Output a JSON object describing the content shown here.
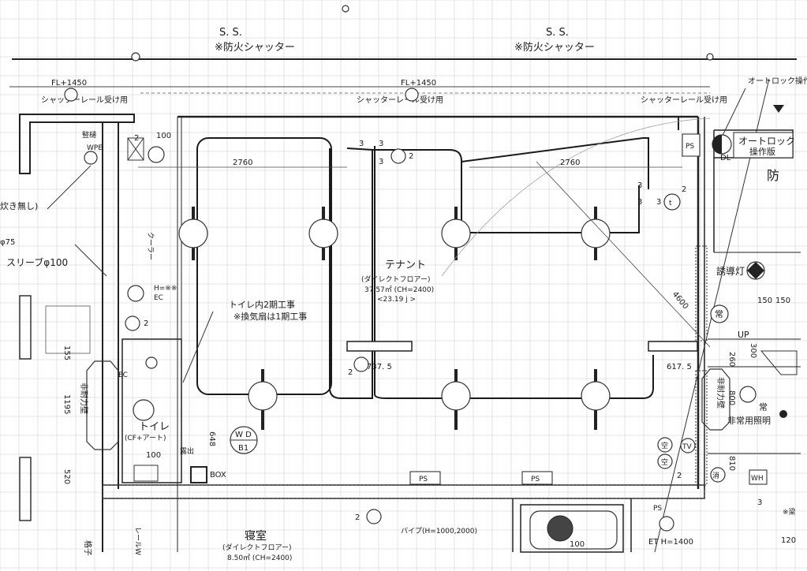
{
  "top": {
    "ss_left": "S. S.",
    "shutter_left": "※防火シャッター",
    "ss_right": "S. S.",
    "shutter_right": "※防火シャッター"
  },
  "levels": {
    "fl_left": "FL+1450",
    "fl_mid": "FL+1450",
    "rail_left": "シャッターレール受け用",
    "rail_mid": "シャッターレール受け用",
    "rail_right": "シャッターレール受け用",
    "dl": "DL"
  },
  "dims": {
    "d2760_left": "2760",
    "d2760_right": "2760",
    "d4600": "4600",
    "d7375": "737. 5",
    "d6175": "617. 5",
    "d648": "648",
    "d155": "155",
    "d1195": "1195",
    "d520": "520",
    "d150a": "150",
    "d150b": "150",
    "d300": "300",
    "d260": "260",
    "d800": "800",
    "d810": "810",
    "d120": "120",
    "d100a": "100",
    "d100b": "100",
    "d100c": "100"
  },
  "circuits": [
    "2",
    "3",
    "3",
    "3",
    "2",
    "3",
    "3",
    "3",
    "2",
    "2",
    "2",
    "2",
    "2",
    "3"
  ],
  "labels": {
    "tenant": "テナント",
    "tenant_sub": "(ダイレクトフロアー)",
    "tenant_area": "37.57㎡ (CH=2400)",
    "tenant_jo": "<23.19 j >",
    "toilet_note1": "トイレ内2期工事",
    "toilet_note2": "※換気扇は1期工事",
    "toilet": "トイレ",
    "toilet_sub": "(CF+アート)",
    "wd": "W D",
    "b1": "B1",
    "bedroom": "寝室",
    "bedroom_sub": "(ダイレクトフロアー)",
    "bedroom_area": "8.50㎡ (CH=2400)",
    "ps1": "PS",
    "ps2": "PS",
    "ps3": "PS",
    "ps4": "PS",
    "box": "BOX",
    "ec": "EC",
    "ec2": "EC",
    "h": "H=※※",
    "wpe": "WPE",
    "tatetoi": "竪樋",
    "autolock_label": "オートロック操作",
    "autolock_panel1": "オートロック",
    "autolock_panel2": "操作版",
    "fire": "防",
    "yudoto": "誘導灯",
    "jo": "常",
    "jo2": "常",
    "up": "UP",
    "hitaika_left": "非耐力壁",
    "hitaika_right": "非耐力壁",
    "hijo_light": "非常用照明",
    "ku1": "空",
    "ku2": "空",
    "tv": "TV",
    "t": "t",
    "sho": "消",
    "wh": "WH",
    "pipe": "パイプ(H=1000,2000)",
    "et": "ET H=1400",
    "takinashi": "炊き無し)",
    "sleeve": "スリーブφ100",
    "p75": "φ75",
    "goshi": "格子",
    "rail_v": "レールW",
    "sasshi": "露出",
    "zoku": "※梁",
    "cooler": "クーラー",
    "ps_small": "PS"
  }
}
